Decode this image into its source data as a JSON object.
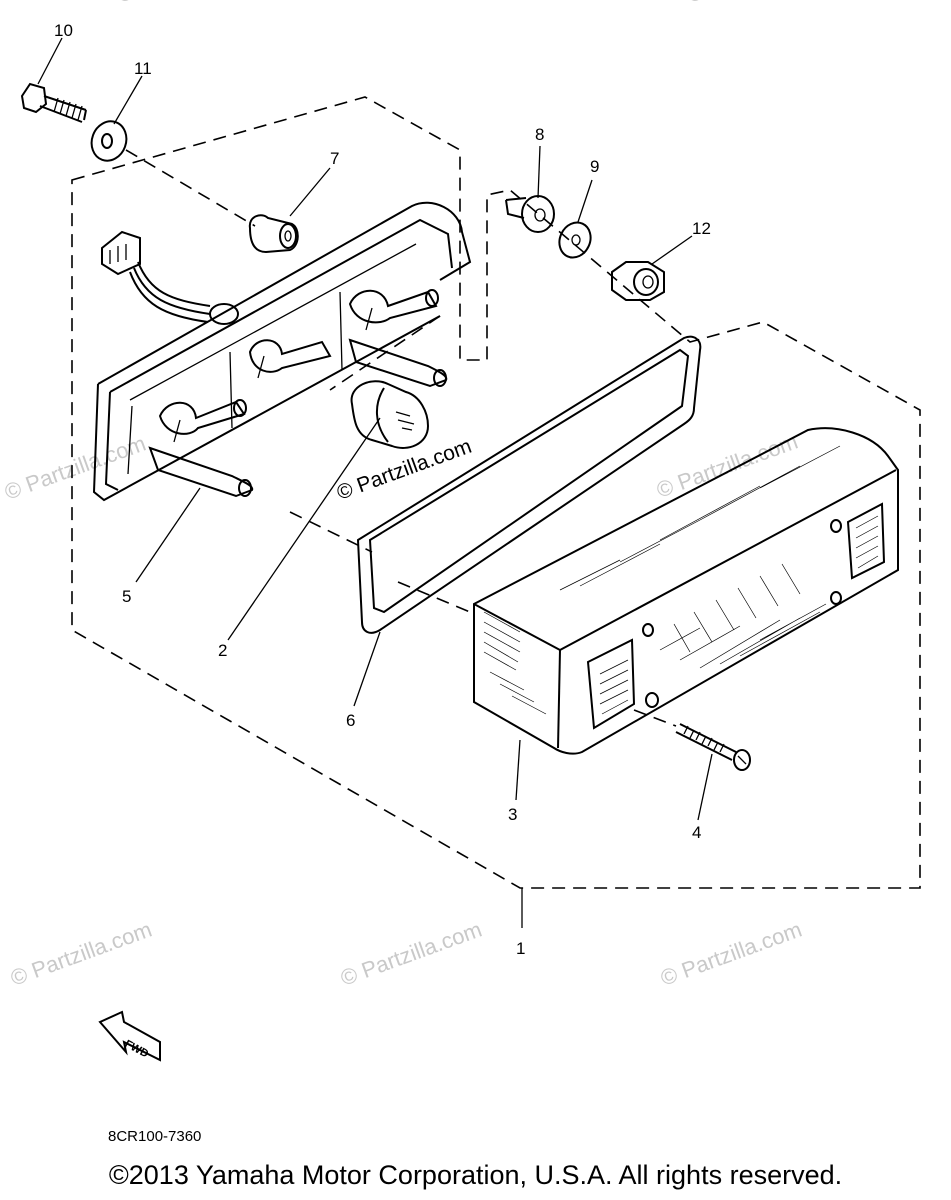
{
  "diagram": {
    "callouts": [
      "1",
      "2",
      "3",
      "4",
      "5",
      "6",
      "7",
      "8",
      "9",
      "10",
      "11",
      "12"
    ],
    "center_watermark": "© Partzilla.com",
    "faint_watermark": "© Partzilla.com",
    "fwd_label": "FWD",
    "code": "8CR100-7360",
    "copyright": "©2013  Yamaha Motor Corporation, U.S.A. All rights reserved."
  }
}
